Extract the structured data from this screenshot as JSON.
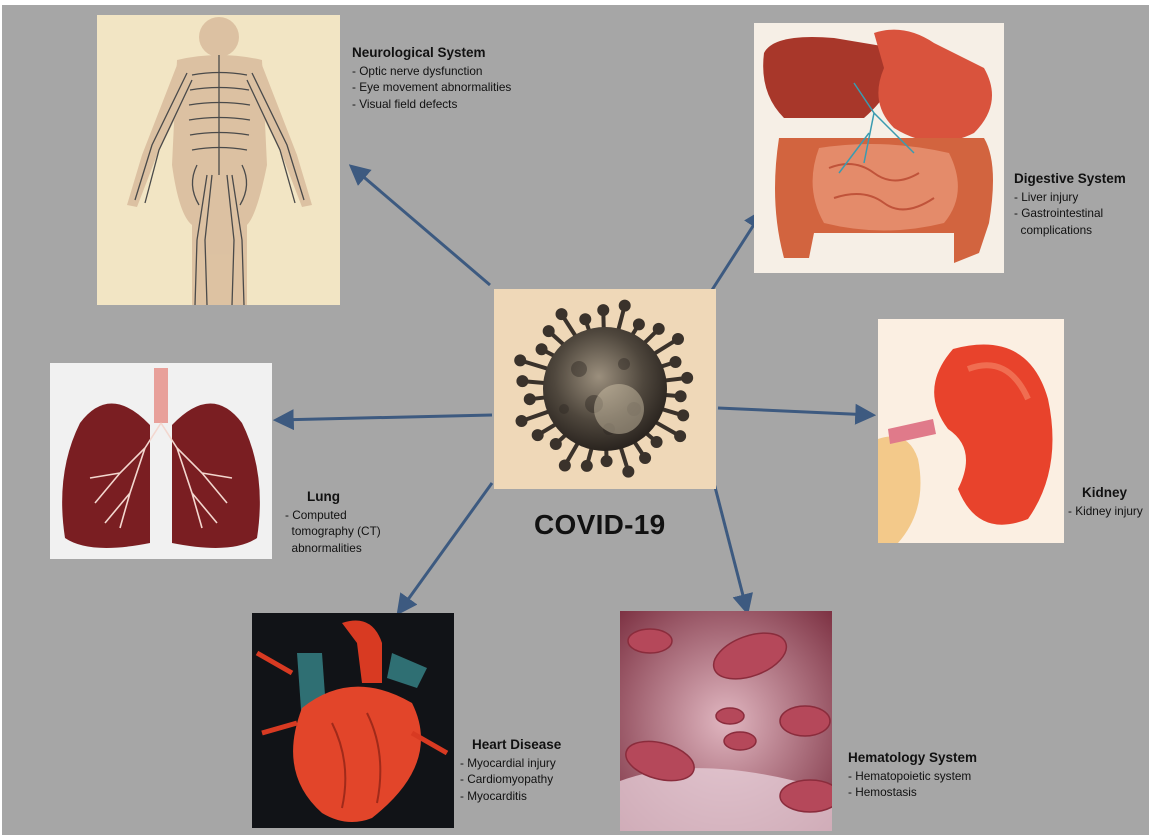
{
  "title": "COVID-19",
  "captions": {
    "neuro": {
      "title": "Neurological System",
      "items": [
        "- Optic nerve dysfunction",
        "- Eye movement abnormalities",
        "- Visual field defects"
      ]
    },
    "digestive": {
      "title": "Digestive System",
      "items": [
        "- Liver injury",
        "- Gastrointestinal",
        "  complications"
      ]
    },
    "lung": {
      "title": "Lung",
      "items": [
        "- Computed",
        "  tomography (CT)",
        "  abnormalities"
      ]
    },
    "kidney": {
      "title": "Kidney",
      "items": [
        "- Kidney injury"
      ]
    },
    "heart": {
      "title": "Heart Disease",
      "items": [
        "- Myocardial injury",
        "- Cardiomyopathy",
        "- Myocarditis"
      ]
    },
    "hematology": {
      "title": "Hematology System",
      "items": [
        "- Hematopoietic system",
        "- Hemostasis"
      ]
    }
  },
  "colors": {
    "background": "#a6a6a6",
    "arrow": "#3d5a80",
    "virus_bg": "#efd8b8",
    "lung_red": "#7a1e22",
    "kidney_red": "#e8432c",
    "heart_red": "#e2452a",
    "blood_red": "#b5485a"
  }
}
